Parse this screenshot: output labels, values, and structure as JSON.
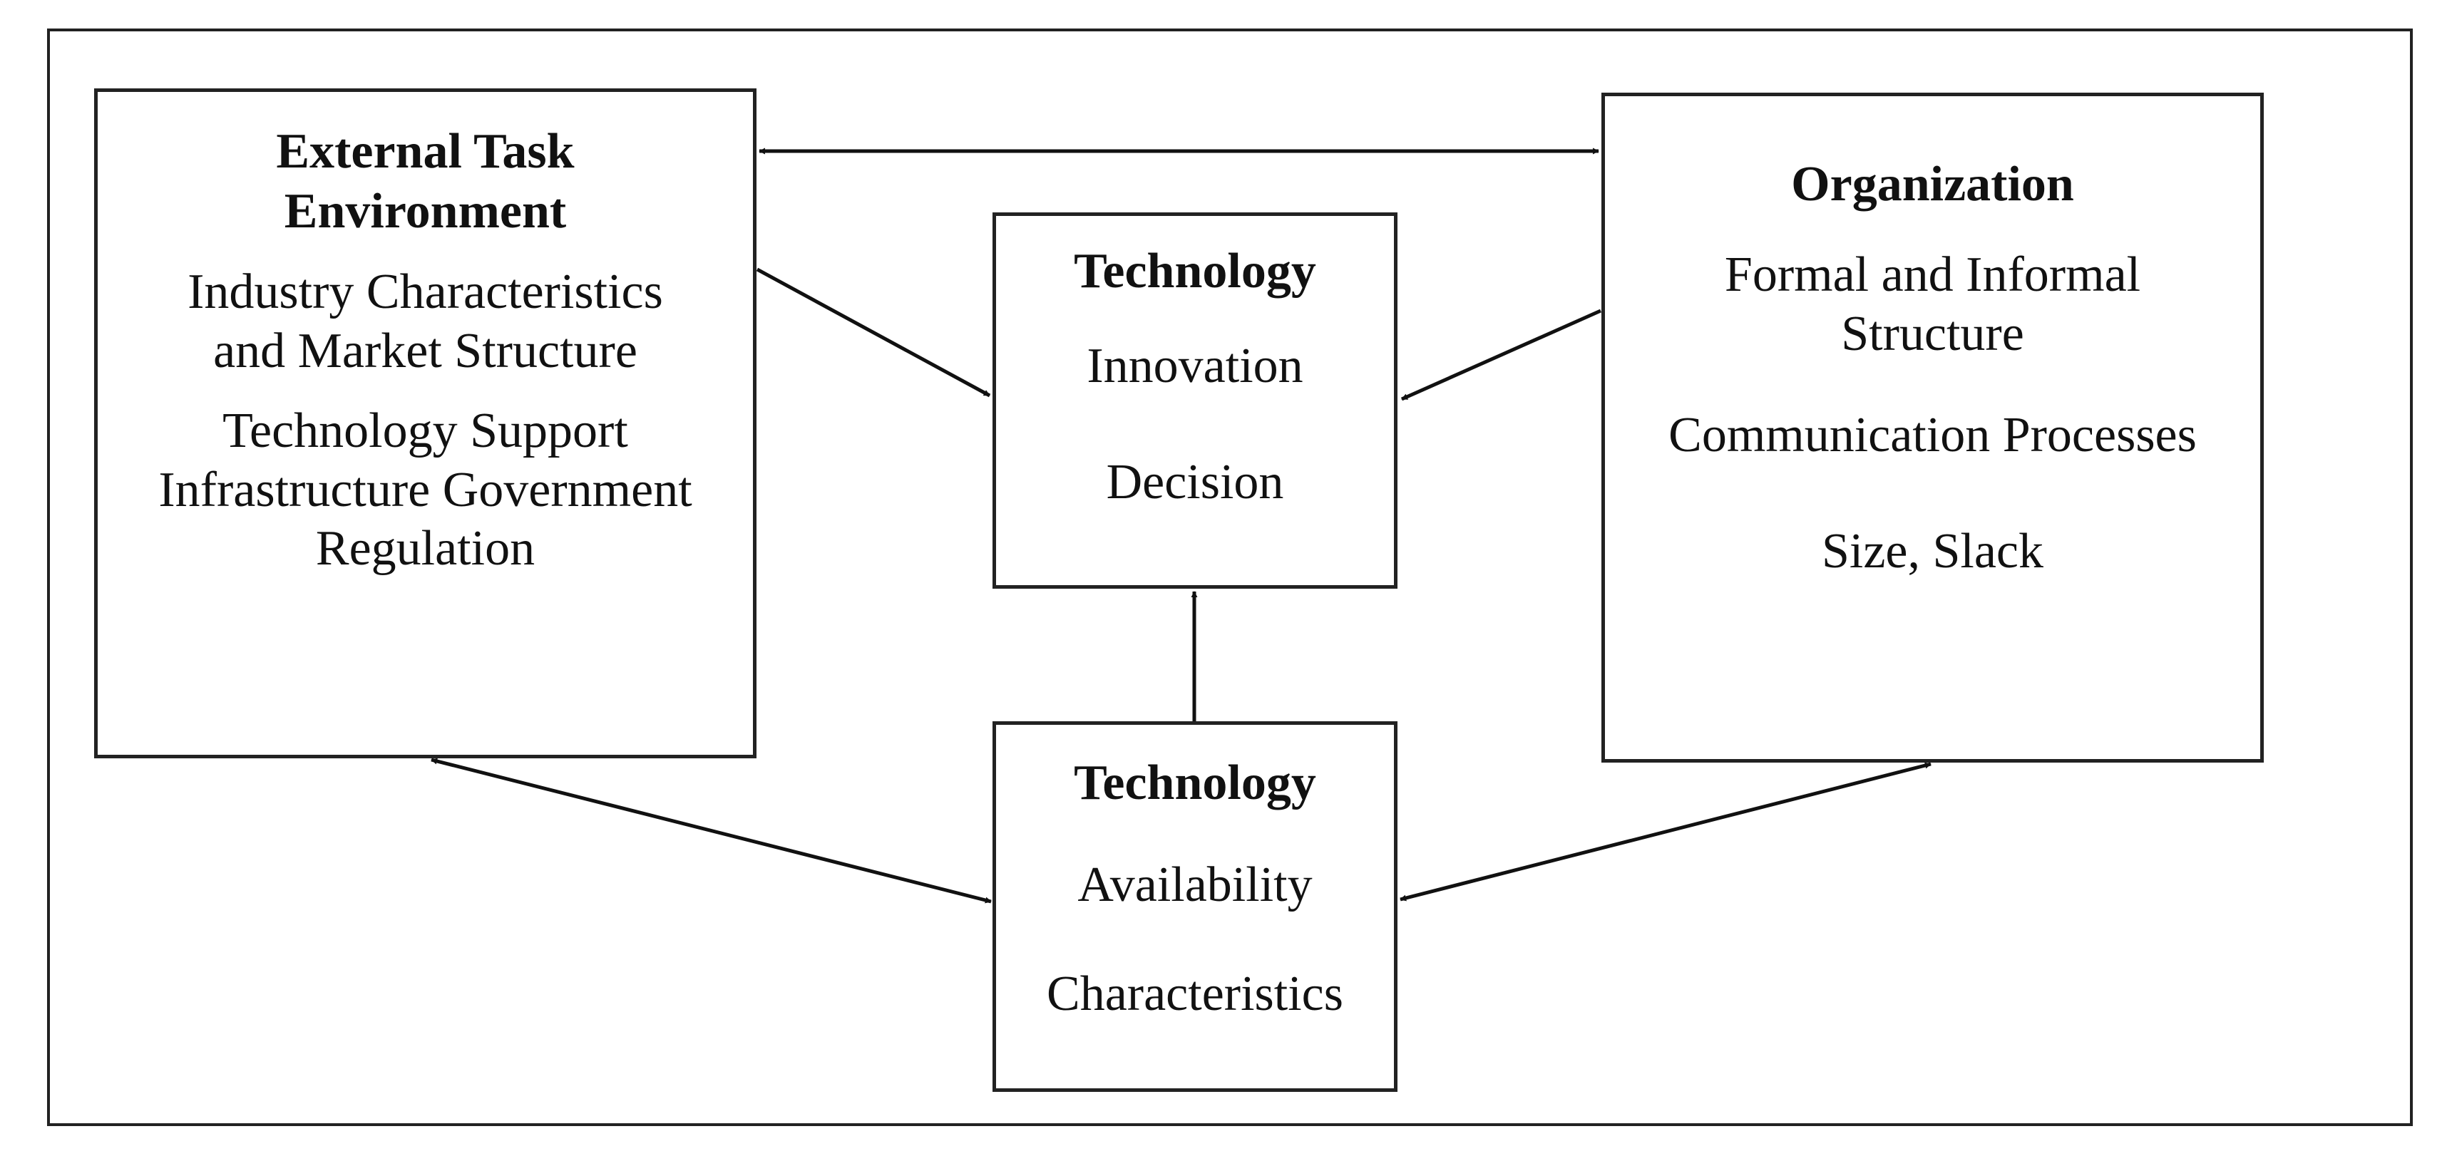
{
  "external": {
    "title_line1": "External Task",
    "title_line2": "Environment",
    "item1_line1": "Industry Characteristics",
    "item1_line2": "and Market Structure",
    "item2_line1": "Technology Support",
    "item2_line2": "Infrastructure Government",
    "item2_line3": "Regulation"
  },
  "organization": {
    "title": "Organization",
    "item1_line1": "Formal and Informal",
    "item1_line2": "Structure",
    "item2": "Communication Processes",
    "item3": "Size, Slack"
  },
  "technology_adoption": {
    "title": "Technology",
    "item1": "Innovation",
    "item2": "Decision"
  },
  "technology_availability": {
    "title": "Technology",
    "item1": "Availability",
    "item2": "Characteristics"
  }
}
